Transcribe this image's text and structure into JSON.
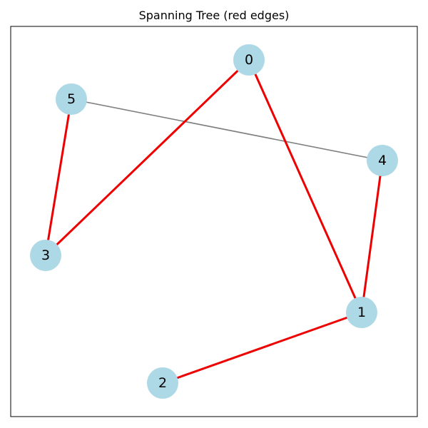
{
  "title": "Spanning Tree (red edges)",
  "colors": {
    "tree_edge": "#ee0000",
    "non_tree_edge": "#808080",
    "node_fill": "#add8e6",
    "frame": "#000000"
  },
  "graph": {
    "nodes": [
      {
        "id": "0",
        "label": "0"
      },
      {
        "id": "1",
        "label": "1"
      },
      {
        "id": "2",
        "label": "2"
      },
      {
        "id": "3",
        "label": "3"
      },
      {
        "id": "4",
        "label": "4"
      },
      {
        "id": "5",
        "label": "5"
      }
    ],
    "edges": [
      {
        "source": "5",
        "target": "4",
        "in_tree": false
      },
      {
        "source": "0",
        "target": "3",
        "in_tree": true
      },
      {
        "source": "0",
        "target": "1",
        "in_tree": true
      },
      {
        "source": "5",
        "target": "3",
        "in_tree": true
      },
      {
        "source": "4",
        "target": "1",
        "in_tree": true
      },
      {
        "source": "1",
        "target": "2",
        "in_tree": true
      }
    ]
  }
}
